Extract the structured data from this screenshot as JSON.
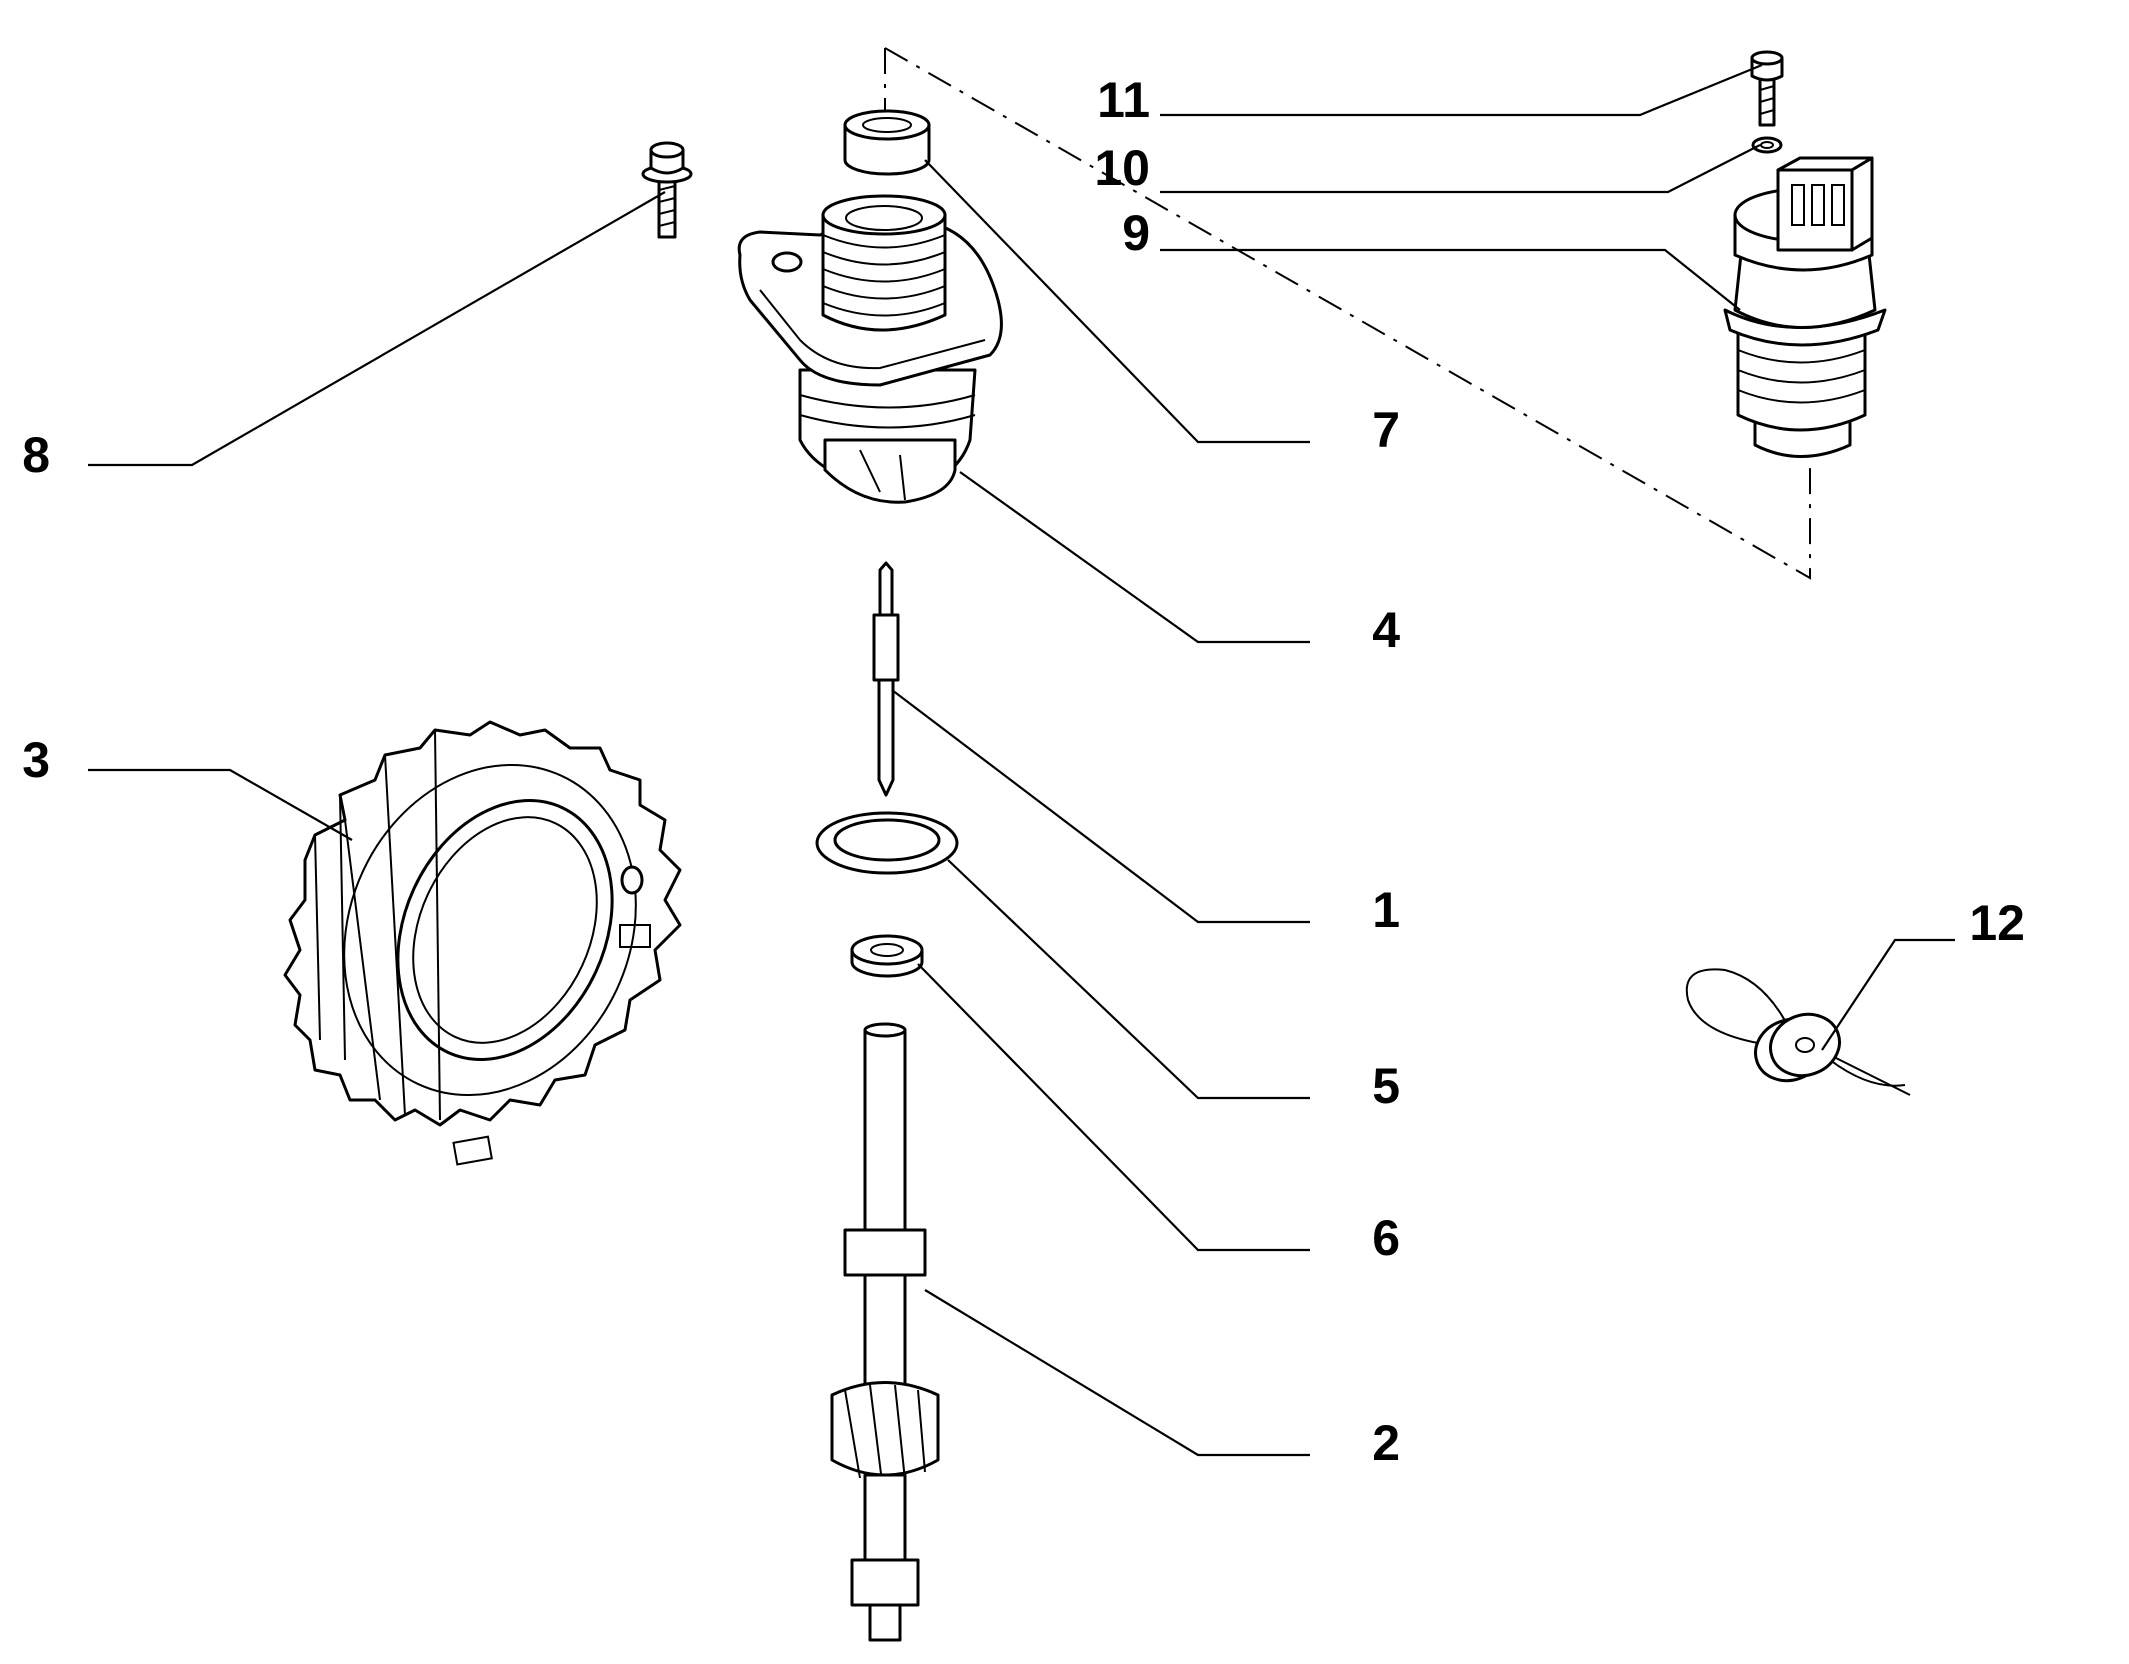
{
  "diagram": {
    "type": "exploded-parts-diagram",
    "callouts": [
      {
        "id": "c1",
        "label": "1"
      },
      {
        "id": "c2",
        "label": "2"
      },
      {
        "id": "c3",
        "label": "3"
      },
      {
        "id": "c4",
        "label": "4"
      },
      {
        "id": "c5",
        "label": "5"
      },
      {
        "id": "c6",
        "label": "6"
      },
      {
        "id": "c7",
        "label": "7"
      },
      {
        "id": "c8",
        "label": "8"
      },
      {
        "id": "c9",
        "label": "9"
      },
      {
        "id": "c10",
        "label": "10"
      },
      {
        "id": "c11",
        "label": "11"
      },
      {
        "id": "c12",
        "label": "12"
      }
    ],
    "parts": [
      {
        "callout": "1",
        "icon": "drive-pin-icon"
      },
      {
        "callout": "2",
        "icon": "pinion-shaft-icon"
      },
      {
        "callout": "3",
        "icon": "crown-gear-icon"
      },
      {
        "callout": "4",
        "icon": "sensor-housing-icon"
      },
      {
        "callout": "5",
        "icon": "o-ring-icon"
      },
      {
        "callout": "6",
        "icon": "washer-icon"
      },
      {
        "callout": "7",
        "icon": "seal-ring-icon"
      },
      {
        "callout": "8",
        "icon": "flange-bolt-icon"
      },
      {
        "callout": "9",
        "icon": "speed-sensor-icon"
      },
      {
        "callout": "10",
        "icon": "small-washer-icon"
      },
      {
        "callout": "11",
        "icon": "screw-icon"
      },
      {
        "callout": "12",
        "icon": "lead-seal-icon"
      }
    ]
  }
}
